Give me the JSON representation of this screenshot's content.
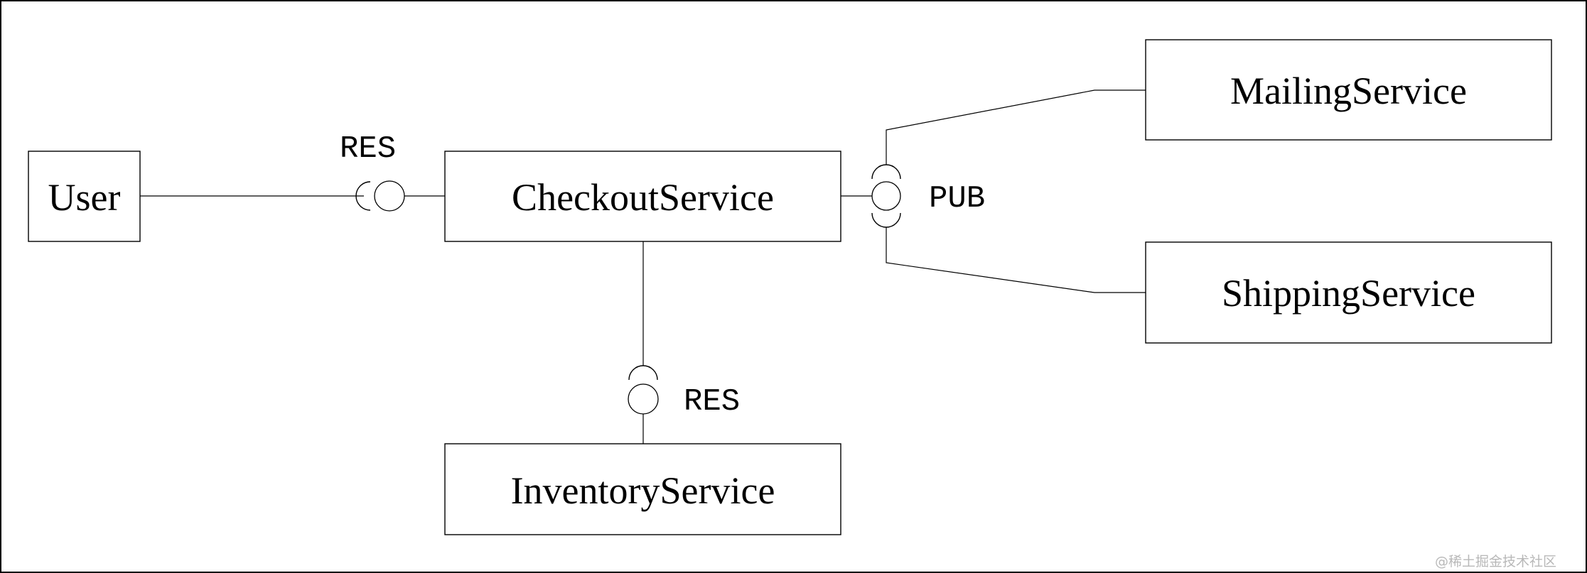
{
  "components": {
    "user": "User",
    "checkout": "CheckoutService",
    "inventory": "InventoryService",
    "mailing": "MailingService",
    "shipping": "ShippingService"
  },
  "interfaces": {
    "user_checkout": "RES",
    "checkout_inventory": "RES",
    "checkout_publish": "PUB"
  },
  "watermark": "@稀土掘金技术社区"
}
